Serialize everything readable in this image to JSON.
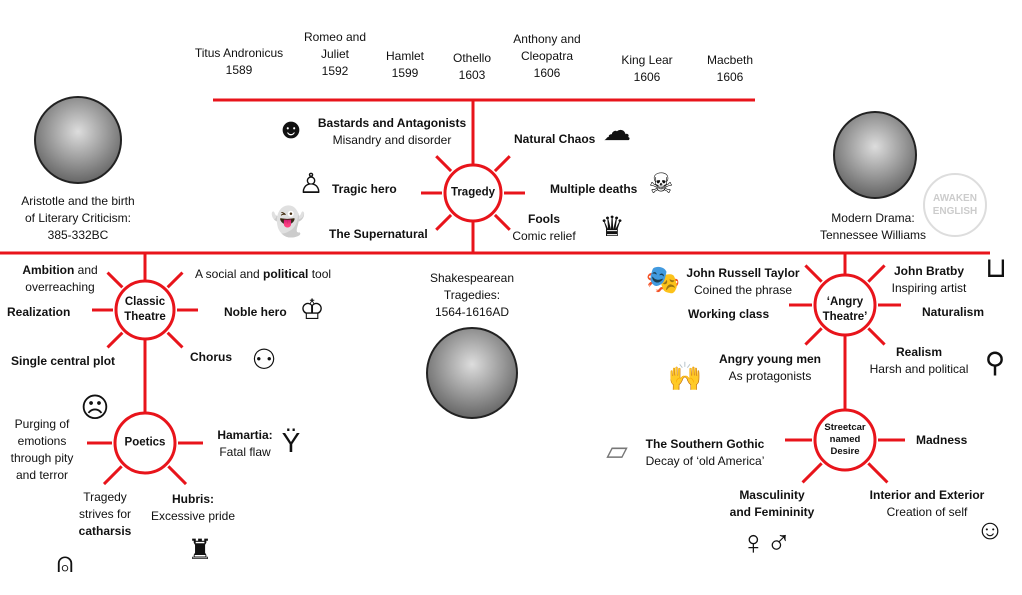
{
  "colors": {
    "accent": "#e8141b"
  },
  "timeline": [
    {
      "play": "Titus Andronicus",
      "year": "1589"
    },
    {
      "play": "Romeo and Juliet",
      "year": "1592"
    },
    {
      "play": "Hamlet",
      "year": "1599"
    },
    {
      "play": "Othello",
      "year": "1603"
    },
    {
      "play": "Anthony and Cleopatra",
      "year": "1606"
    },
    {
      "play": "King Lear",
      "year": "1606"
    },
    {
      "play": "Macbeth",
      "year": "1606"
    }
  ],
  "aristotle": {
    "caption1": "Aristotle and the birth",
    "caption2": "of Literary Criticism:",
    "dates": "385-332BC"
  },
  "shakespeare": {
    "caption1": "Shakespearean",
    "caption2": "Tragedies:",
    "dates": "1564-1616AD"
  },
  "williams": {
    "caption1": "Modern Drama:",
    "caption2": "Tennessee Williams"
  },
  "watermark": "AWAKEN ENGLISH",
  "tragedy": {
    "label": "Tragedy",
    "items": [
      {
        "bold": "Bastards and Antagonists",
        "sub": "Misandry and disorder",
        "icon": "medusa-icon"
      },
      {
        "bold": "Natural Chaos",
        "icon": "storm-cloud-icon"
      },
      {
        "bold": "Tragic hero",
        "icon": "fallen-hero-icon"
      },
      {
        "bold": "Multiple deaths",
        "icon": "skull-icon"
      },
      {
        "bold": "The Supernatural",
        "icon": "witch-ghost-icon"
      },
      {
        "bold": "Fools",
        "sub": "Comic relief",
        "icon": "jester-hat-icon"
      }
    ]
  },
  "classic": {
    "label1": "Classic",
    "label2": "Theatre",
    "items": [
      {
        "bold": "Ambition",
        "rest": " and",
        "line2": "overreaching"
      },
      {
        "pre": "A social and ",
        "bold": "political",
        "rest": " tool"
      },
      {
        "bold": "Realization"
      },
      {
        "bold": "Noble hero",
        "icon": "crown-icon"
      },
      {
        "bold": "Single central plot"
      },
      {
        "bold": "Chorus",
        "icon": "group-icon"
      }
    ]
  },
  "poetics": {
    "label": "Poetics",
    "items": [
      {
        "lines": [
          "Purging of",
          "emotions",
          "through pity",
          "and terror"
        ],
        "icon": "scream-icon"
      },
      {
        "bold": "Hamartia:",
        "sub": "Fatal flaw",
        "icon": "broken-glass-icon"
      },
      {
        "lines": [
          "Tragedy",
          "strives for"
        ],
        "bold": "catharsis",
        "icon": "birdcage-icon"
      },
      {
        "bold": "Hubris:",
        "sub": "Excessive pride",
        "icon": "step-figure-icon"
      }
    ]
  },
  "angry": {
    "label1": "‘Angry",
    "label2": "Theatre’",
    "items": [
      {
        "bold": "John Russell Taylor",
        "sub": "Coined the phrase",
        "icon": "theatre-masks-icon"
      },
      {
        "bold": "John Bratby",
        "sub": "Inspiring artist",
        "icon": "kitchen-sink-icon"
      },
      {
        "bold": "Working class"
      },
      {
        "bold": "Naturalism"
      },
      {
        "bold": "Angry young men",
        "sub": "As protagonists",
        "icon": "angry-men-icon"
      },
      {
        "bold": "Realism",
        "sub": "Harsh and political",
        "icon": "mirror-icon"
      }
    ]
  },
  "streetcar": {
    "label1": "Streetcar",
    "label2": "named",
    "label3": "Desire",
    "items": [
      {
        "bold": "The Southern Gothic",
        "sub": "Decay of ‘old America’",
        "icon": "usa-map-icon"
      },
      {
        "bold": "Madness"
      },
      {
        "bold": "Masculinity",
        "bold2": "and Femininity",
        "icon": "gender-symbols-icon"
      },
      {
        "bold": "Interior and Exterior",
        "sub": "Creation of self",
        "icon": "head-profile-icon"
      }
    ]
  }
}
